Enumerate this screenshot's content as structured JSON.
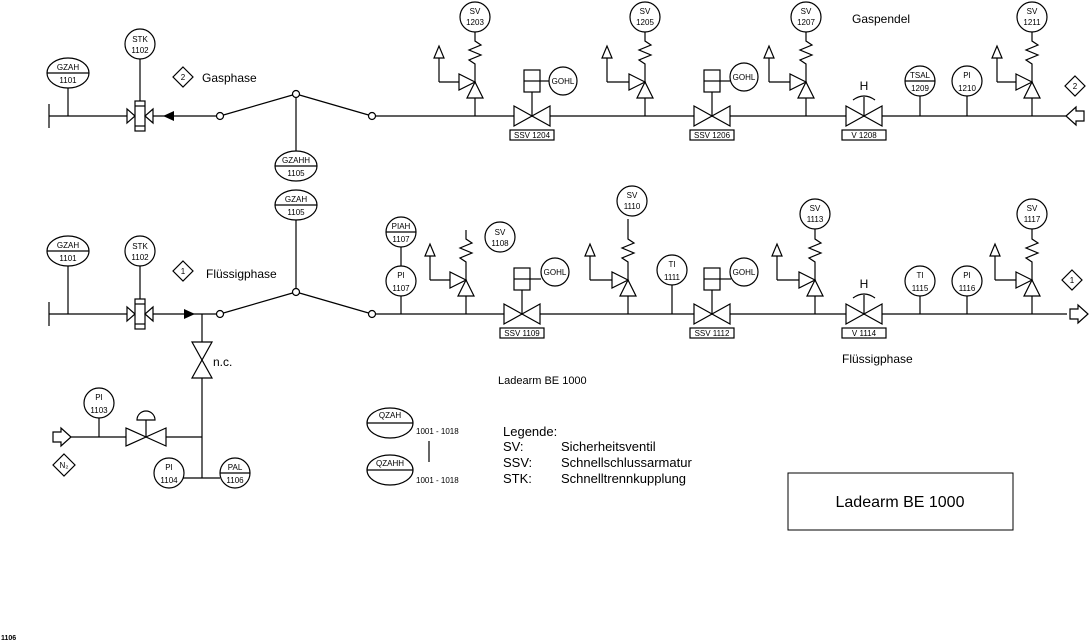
{
  "labels": {
    "gasphase": "Gasphase",
    "fluessigphase_left": "Flüssigphase",
    "gaspendel": "Gaspendel",
    "fluessigphase_right": "Flüssigphase",
    "ladearm_mid": "Ladearm BE 1000",
    "nc": "n.c.",
    "ladearm_box": "Ladearm BE 1000",
    "corner": "1106"
  },
  "connectors": {
    "gas_left": "2",
    "gas_right": "2",
    "liq_left": "1",
    "liq_right": "1",
    "n2": "N₂"
  },
  "instruments": {
    "gzah_top": [
      "GZAH",
      "1101"
    ],
    "stk_top": [
      "STK",
      "1102"
    ],
    "gzah_bot": [
      "GZAH",
      "1101"
    ],
    "stk_bot": [
      "STK",
      "1102"
    ],
    "gzahh": [
      "GZAHH",
      "1105"
    ],
    "gzah_mid": [
      "GZAH",
      "1105"
    ],
    "sv1203": [
      "SV",
      "1203"
    ],
    "sv1205": [
      "SV",
      "1205"
    ],
    "sv1207": [
      "SV",
      "1207"
    ],
    "sv1211": [
      "SV",
      "1211"
    ],
    "tsal": [
      "TSAL",
      "1209"
    ],
    "pi1210": [
      "PI",
      "1210"
    ],
    "piah": [
      "PIAH",
      "1107"
    ],
    "pi1107": [
      "PI",
      "1107"
    ],
    "sv1108": [
      "SV",
      "1108"
    ],
    "sv1110": [
      "SV",
      "1110"
    ],
    "ti1111": [
      "TI",
      "1111"
    ],
    "sv1113": [
      "SV",
      "1113"
    ],
    "ti1115": [
      "TI",
      "1115"
    ],
    "pi1116": [
      "PI",
      "1116"
    ],
    "sv1117": [
      "SV",
      "1117"
    ],
    "pi1103": [
      "PI",
      "1103"
    ],
    "pi1104": [
      "PI",
      "1104"
    ],
    "pal1106": [
      "PAL",
      "1106"
    ],
    "qzah_leg": [
      "QZAH",
      ""
    ],
    "qzahh_leg": [
      "QZAHH",
      ""
    ]
  },
  "gohl": "GOHL",
  "h": "H",
  "valves": {
    "ssv1204": "SSV 1204",
    "ssv1206": "SSV 1206",
    "v1208": "V 1208",
    "ssv1109": "SSV 1109",
    "ssv1112": "SSV 1112",
    "v1114": "V 1114"
  },
  "legend": {
    "range_top": "1001 - 1018",
    "range_bottom": "1001 - 1018",
    "title": "Legende:",
    "rows": [
      {
        "abbr": "SV:",
        "desc": "Sicherheitsventil"
      },
      {
        "abbr": "SSV:",
        "desc": "Schnellschlussarmatur"
      },
      {
        "abbr": "STK:",
        "desc": "Schnelltrennkupplung"
      }
    ]
  }
}
